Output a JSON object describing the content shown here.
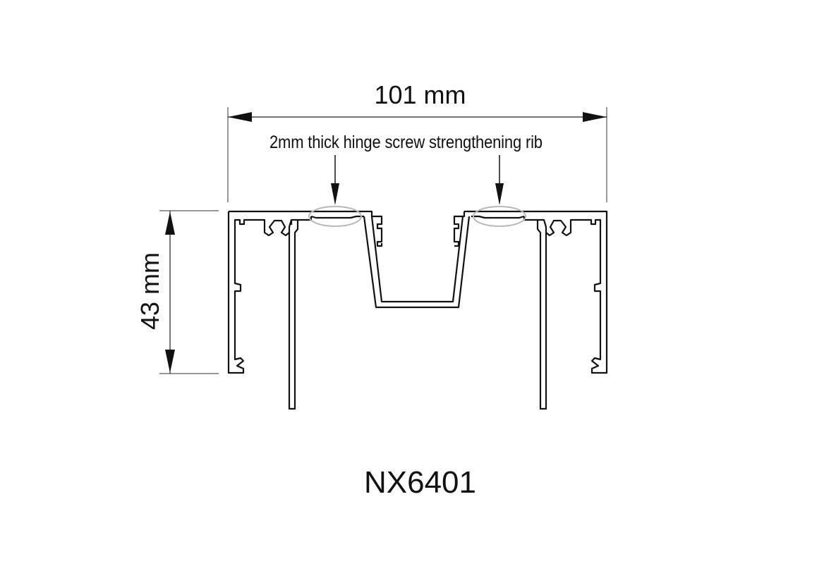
{
  "diagram": {
    "type": "technical-cross-section",
    "part_number": "NX6401",
    "dimensions": {
      "width": {
        "value": 101,
        "unit": "mm",
        "label": "101 mm"
      },
      "height": {
        "value": 43,
        "unit": "mm",
        "label": "43 mm"
      }
    },
    "annotation": {
      "text": "2mm thick hinge screw strengthening rib",
      "callouts": [
        {
          "name": "left-rib",
          "highlight": "ellipse"
        },
        {
          "name": "right-rib",
          "highlight": "ellipse"
        }
      ]
    },
    "colors": {
      "line": "#111111",
      "highlight_ellipse": "#b8b8b8",
      "background": "#ffffff"
    }
  }
}
